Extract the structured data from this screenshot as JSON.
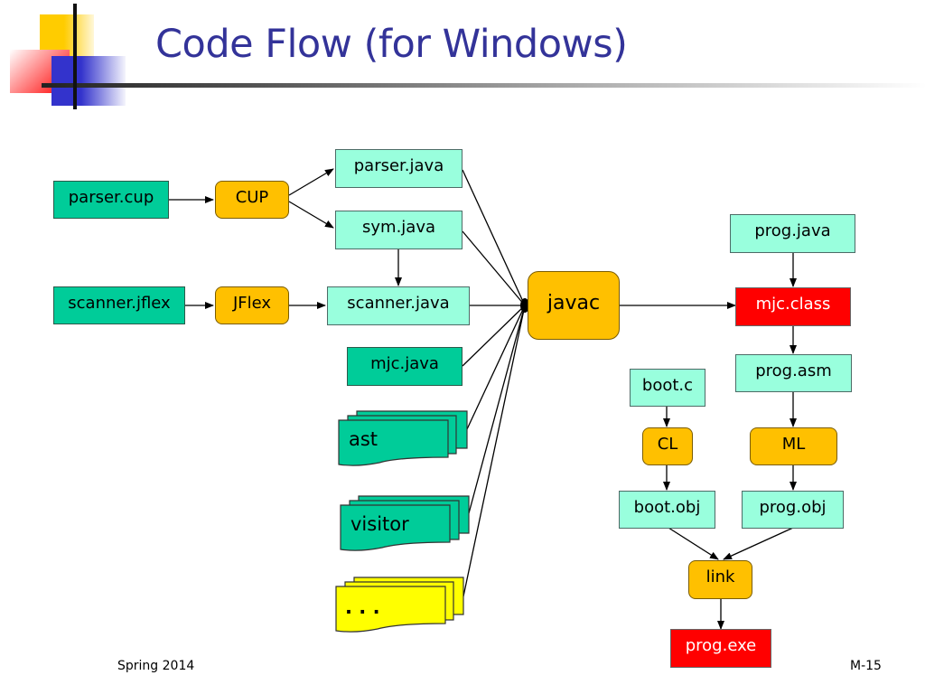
{
  "slide": {
    "title": "Code Flow (for Windows)",
    "footer_left": "Spring 2014",
    "footer_right": "M-15"
  },
  "colors": {
    "title": "#333399",
    "source_file": "#99ffdd",
    "generated_file": "#00cc99",
    "tool": "#ffc000",
    "output": "#ff0000",
    "misc_docs": "#ffff00"
  },
  "nodes": {
    "parser_cup": "parser.cup",
    "cup": "CUP",
    "parser_java": "parser.java",
    "sym_java": "sym.java",
    "scanner_jflex": "scanner.jflex",
    "jflex": "JFlex",
    "scanner_java": "scanner.java",
    "mjc_java": "mjc.java",
    "ast": "ast",
    "visitor": "visitor",
    "more": ". . .",
    "javac": "javac",
    "prog_java": "prog.java",
    "mjc_class": "mjc.class",
    "prog_asm": "prog.asm",
    "boot_c": "boot.c",
    "cl": "CL",
    "ml": "ML",
    "boot_obj": "boot.obj",
    "prog_obj": "prog.obj",
    "link": "link",
    "prog_exe": "prog.exe"
  },
  "edges": [
    [
      "parser.cup",
      "CUP"
    ],
    [
      "CUP",
      "parser.java"
    ],
    [
      "CUP",
      "sym.java"
    ],
    [
      "sym.java",
      "scanner.java"
    ],
    [
      "scanner.jflex",
      "JFlex"
    ],
    [
      "JFlex",
      "scanner.java"
    ],
    [
      "parser.java",
      "javac"
    ],
    [
      "sym.java",
      "javac"
    ],
    [
      "scanner.java",
      "javac"
    ],
    [
      "mjc.java",
      "javac"
    ],
    [
      "ast",
      "javac"
    ],
    [
      "visitor",
      "javac"
    ],
    [
      ". . .",
      "javac"
    ],
    [
      "javac",
      "mjc.class"
    ],
    [
      "prog.java",
      "mjc.class"
    ],
    [
      "mjc.class",
      "prog.asm"
    ],
    [
      "prog.asm",
      "ML"
    ],
    [
      "ML",
      "prog.obj"
    ],
    [
      "boot.c",
      "CL"
    ],
    [
      "CL",
      "boot.obj"
    ],
    [
      "boot.obj",
      "link"
    ],
    [
      "prog.obj",
      "link"
    ],
    [
      "link",
      "prog.exe"
    ]
  ]
}
